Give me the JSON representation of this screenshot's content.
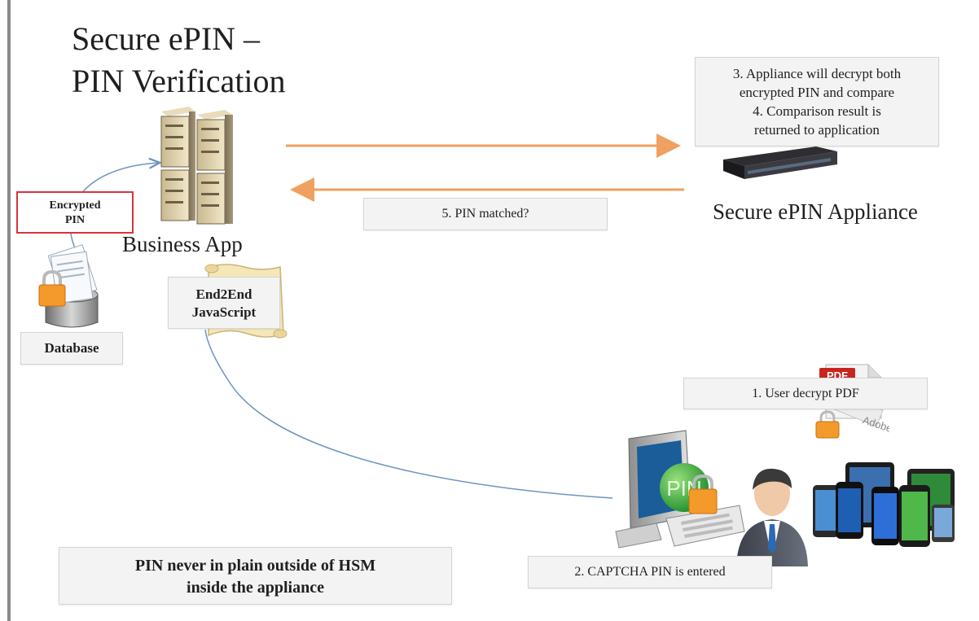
{
  "title": {
    "line1": "Secure ePIN –",
    "line2": "PIN Verification"
  },
  "steps": {
    "step34_line1": "3. Appliance will decrypt both",
    "step34_line2": "encrypted PIN and compare",
    "step34_line3": "4. Comparison result is",
    "step34_line4": "returned to application",
    "step5": "5. PIN matched?",
    "step1": "1. User decrypt PDF",
    "step2": "2. CAPTCHA PIN is entered"
  },
  "labels": {
    "business_app": "Business App",
    "appliance": "Secure ePIN Appliance",
    "database": "Database",
    "encrypted_pin_line1": "Encrypted",
    "encrypted_pin_line2": "PIN",
    "js_line1": "End2End",
    "js_line2": "JavaScript",
    "pin_badge": "PIN",
    "pdf_badge": "PDF",
    "adobe": "Adobe"
  },
  "note": {
    "line1": "PIN never in plain outside of HSM",
    "line2": "inside the appliance"
  },
  "colors": {
    "arrow_orange": "#f0a060",
    "curve_blue": "#6f93c0",
    "encrypted_border": "#d9343a"
  },
  "icons": [
    "server-icon",
    "appliance-icon",
    "database-icon",
    "script-scroll-icon",
    "pdf-icon",
    "lock-icon",
    "computer-icon",
    "user-icon",
    "mobile-devices-icon"
  ]
}
